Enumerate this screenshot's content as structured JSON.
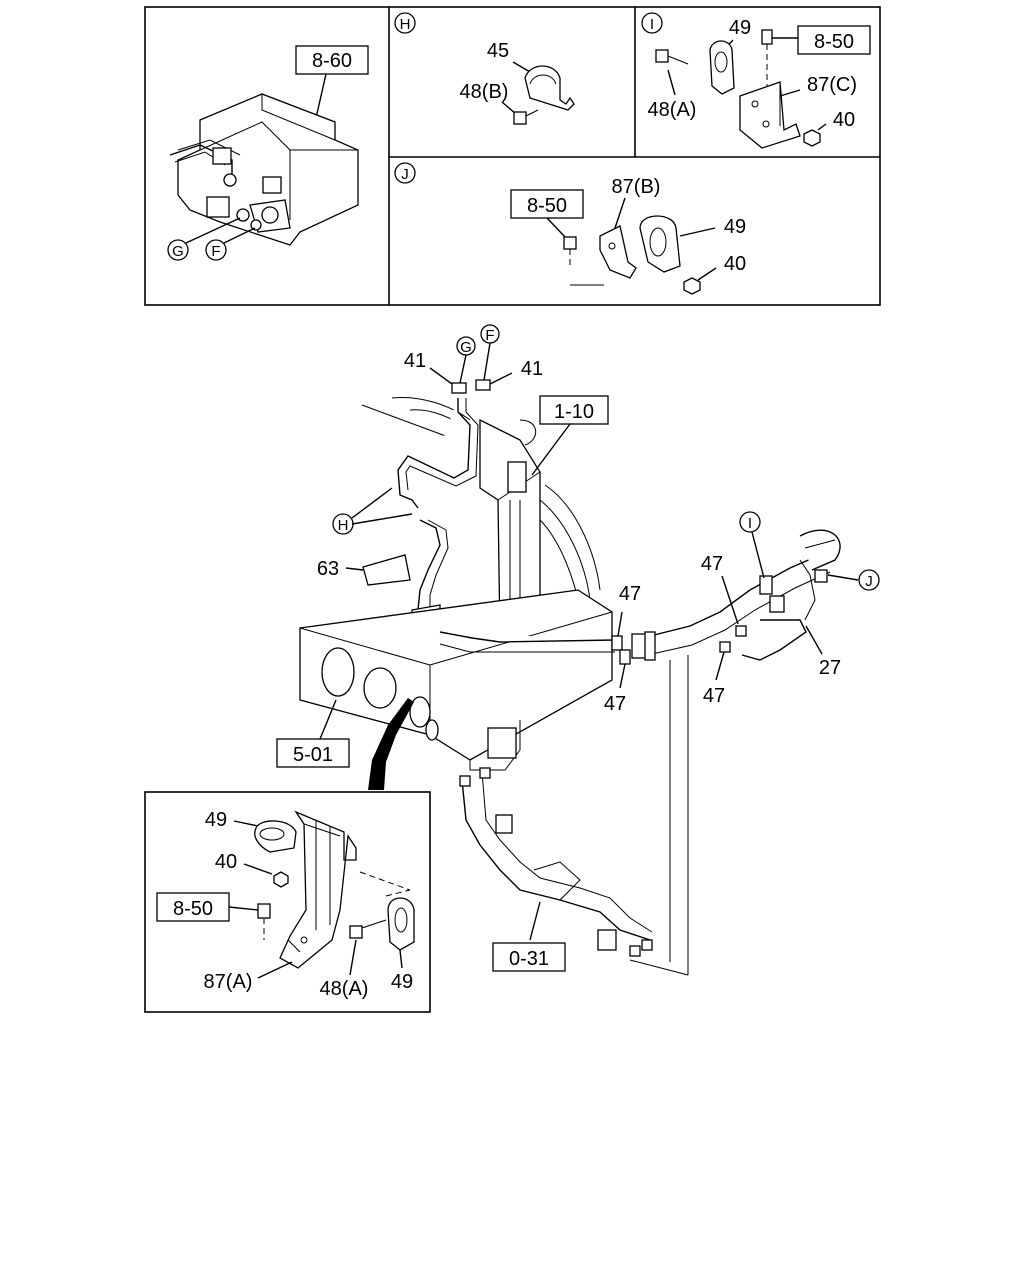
{
  "refs": {
    "r860": "8-60",
    "r850_i": "8-50",
    "r850_j": "8-50",
    "r850_inset": "8-50",
    "r110": "1-10",
    "r501": "5-01",
    "r031": "0-31"
  },
  "sections": {
    "h": "H",
    "i": "I",
    "j": "J"
  },
  "callouts": {
    "g": "G",
    "f": "F"
  },
  "labels": {
    "h45": "45",
    "h48b": "48(B)",
    "i49": "49",
    "i48a": "48(A)",
    "i87c": "87(C)",
    "i40": "40",
    "j87b": "87(B)",
    "j49": "49",
    "j40": "40",
    "m41l": "41",
    "m41r": "41",
    "m63": "63",
    "m47a": "47",
    "m47b": "47",
    "m47c": "47",
    "m47d": "47",
    "m27": "27",
    "k49a": "49",
    "k40": "40",
    "k87a": "87(A)",
    "k48a": "48(A)",
    "k49b": "49"
  }
}
